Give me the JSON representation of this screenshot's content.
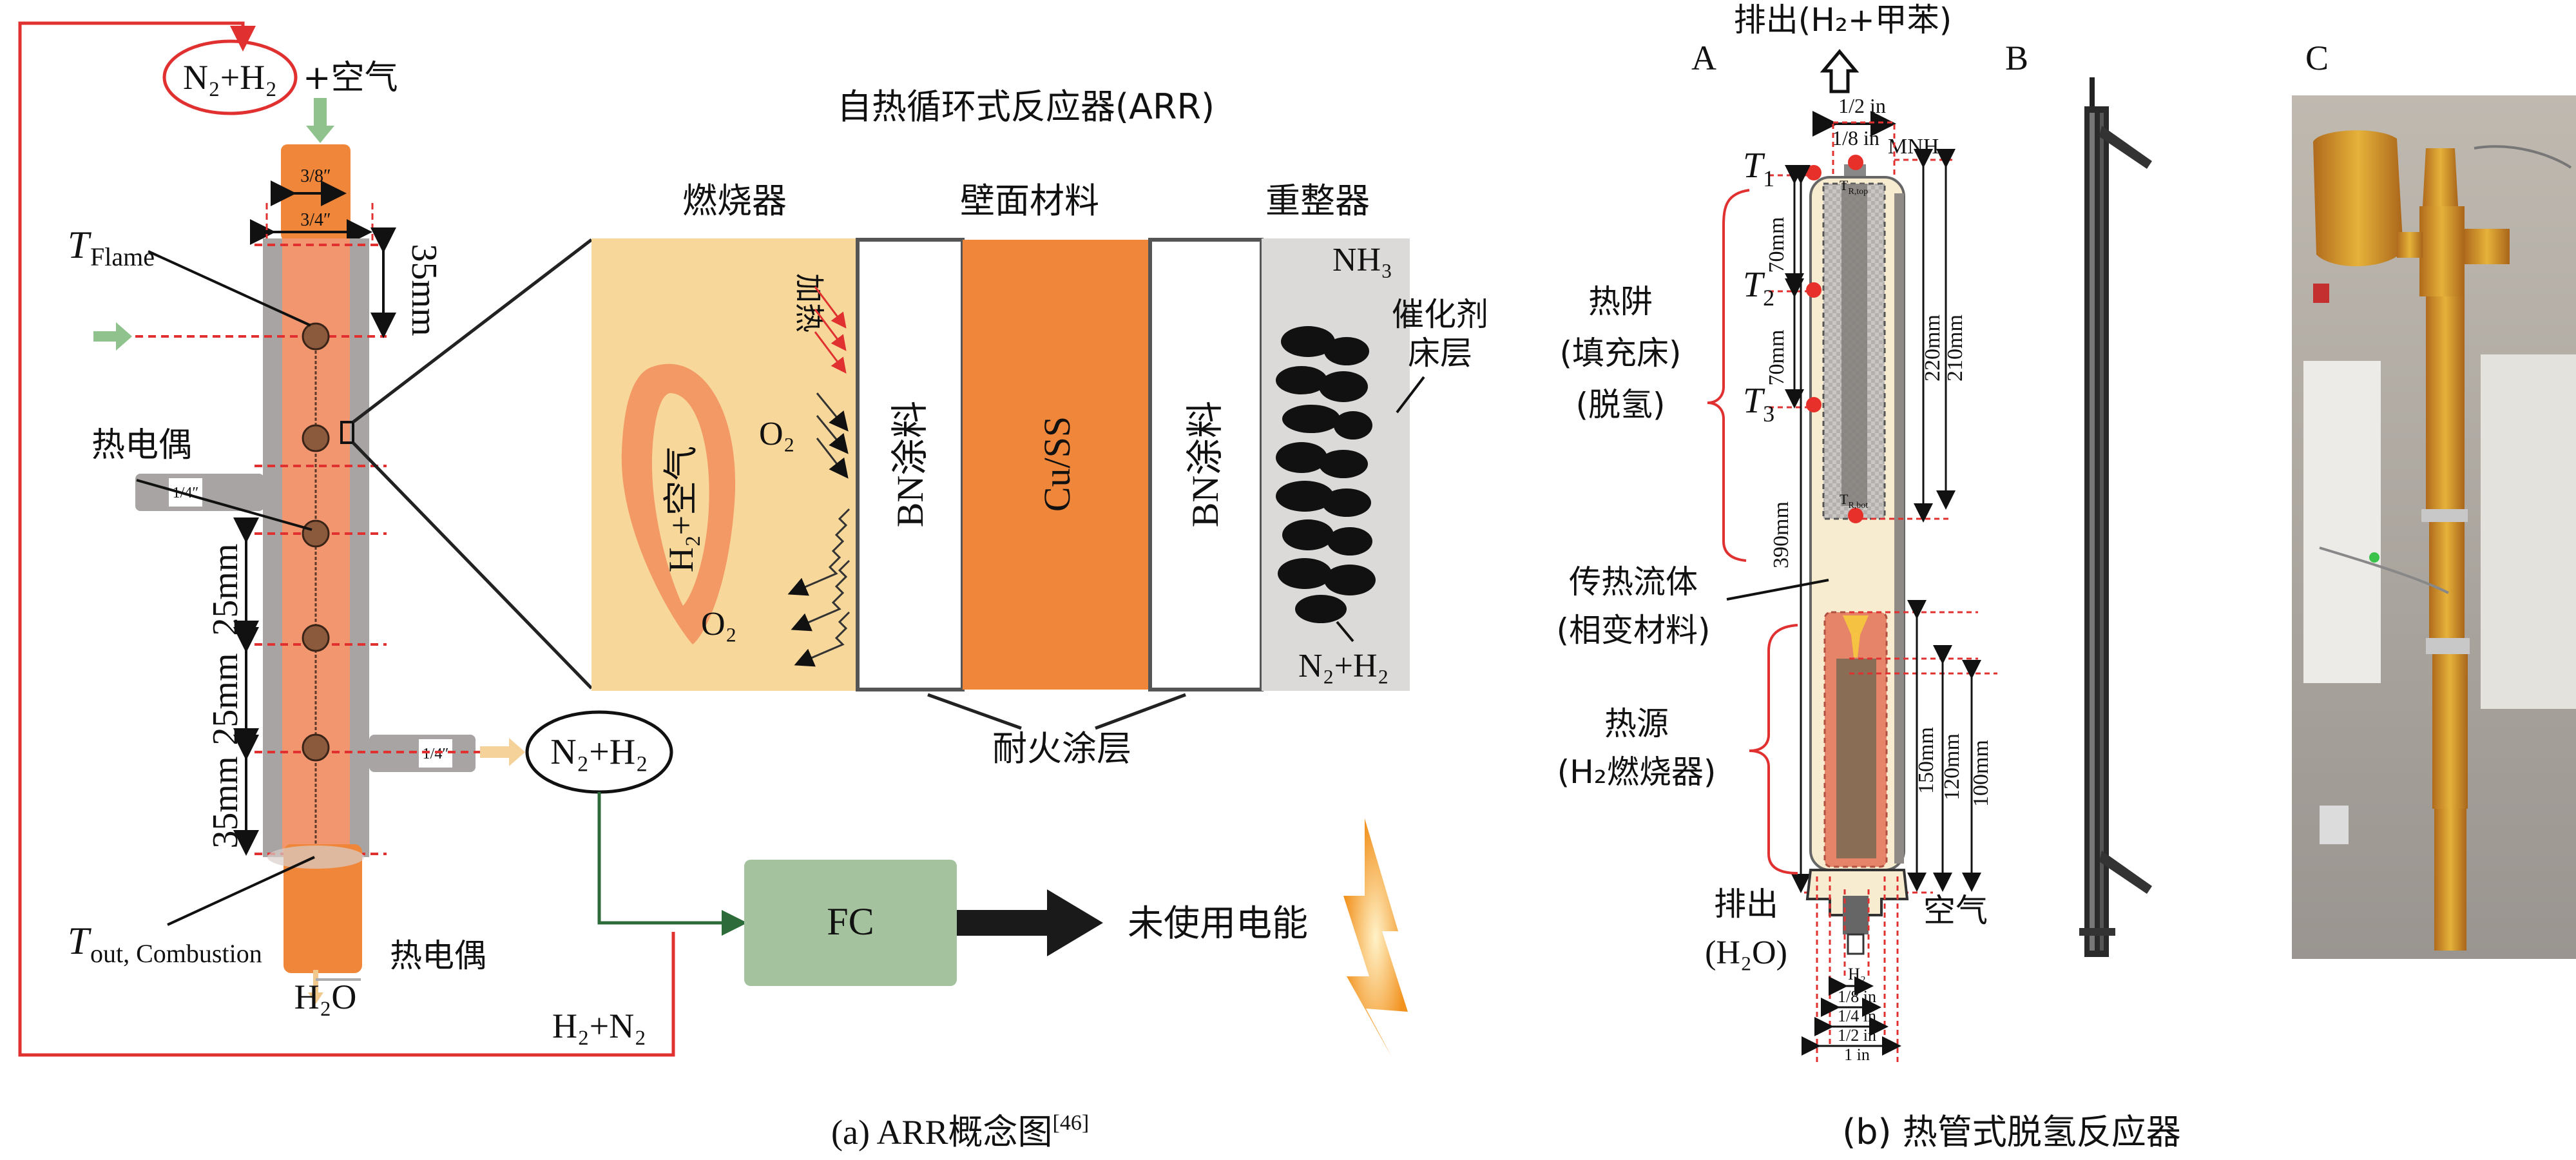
{
  "panel_a": {
    "caption": "(a) ARR概念图",
    "caption_ref": "[46]",
    "inlet_mix": {
      "gas": "N₂+H₂",
      "suffix": "+空气"
    },
    "fuel_inlet": "NH₃",
    "dimensions": {
      "burner_tube_inner": "3/8″",
      "burner_tube_outer": "3/4″",
      "top_offset": "35mm",
      "spacing_1": "25mm",
      "spacing_2": "25mm",
      "bottom_offset": "35mm",
      "side_port_in": "1/4″",
      "side_port_out": "1/4″"
    },
    "labels": {
      "t_flame_main": "T",
      "t_flame_sub": "Flame",
      "thermocouple": "热电偶",
      "t_out_main": "T",
      "t_out_sub": "out, Combustion",
      "thermocouple_bottom": "热电偶",
      "water_out": "H₂O",
      "product_out": "N₂+H₂",
      "recycle": "H₂+N₂",
      "fuel_cell": "FC",
      "unused_power": "未使用电能"
    },
    "arr_detail": {
      "title": "自热循环式反应器(ARR)",
      "columns": [
        "燃烧器",
        "壁面材料",
        "重整器"
      ],
      "burner_mix": "H₂+空气",
      "heating": "加热",
      "o2_top": "O₂",
      "o2_bottom": "O₂",
      "coating_left": "BN涂料",
      "wall": "Cu/SS",
      "coating_right": "BN涂料",
      "reformer_in": "NH₃",
      "catalyst": [
        "催化剂",
        "床层"
      ],
      "reformer_out": "N₂+H₂",
      "refractory": "耐火涂层"
    },
    "colors": {
      "recycle_line": "#e03030",
      "product_line": "#2e6b3a",
      "burner_bg": "#f8d89a",
      "wall_orange": "#ef863a",
      "reformer_bg": "#dcdad8",
      "fc_box": "#a5c29f",
      "tube_grey": "#a8a4a3",
      "tube_inner": "#f29670"
    }
  },
  "panel_b": {
    "caption": "(b) 热管式脱氢反应器",
    "sub_a": "A",
    "sub_b": "B",
    "sub_c": "C",
    "top_exhaust": "排出(H₂+甲苯)",
    "mnh": "MNH",
    "top_dims": [
      "1/2 in",
      "1/8 in"
    ],
    "thermocouples": [
      "T",
      "T",
      "T"
    ],
    "thermocouple_idx": [
      "1",
      "2",
      "3"
    ],
    "t_r_top": "T",
    "t_r_top_sub": "R,top",
    "t_r_bot": "T",
    "t_r_bot_sub": "R,bot",
    "spacing": [
      "70mm",
      "70mm"
    ],
    "lengths": [
      "220mm",
      "210mm",
      "390mm",
      "150mm",
      "120mm",
      "100mm"
    ],
    "heat_sink": [
      "热阱",
      "(填充床)",
      "(脱氢)"
    ],
    "heat_fluid": [
      "传热流体",
      "(相变材料)"
    ],
    "heat_source": [
      "热源",
      "(H₂燃烧器)"
    ],
    "exhaust_bottom": [
      "排出",
      "(H₂O)"
    ],
    "air": "空气",
    "h2_in": "H₂",
    "bottom_dims": [
      "1/8 in",
      "1/4 in",
      "1/2 in",
      "1 in"
    ]
  }
}
